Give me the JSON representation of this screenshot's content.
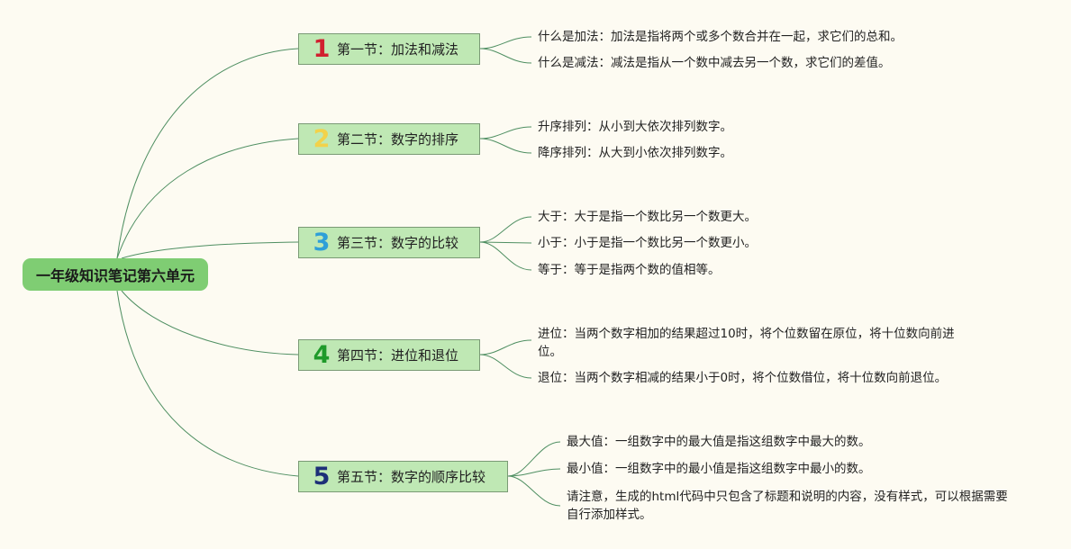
{
  "colors": {
    "background": "#fdfbf2",
    "root_fill": "#7fcd73",
    "section_fill": "#bfe8b4",
    "connector": "#4f8f62"
  },
  "root": {
    "label": "一年级知识笔记第六单元"
  },
  "sections": [
    {
      "number": "1",
      "number_color": "#d1202f",
      "label": "第一节：加法和减法",
      "notes": [
        "什么是加法：加法是指将两个或多个数合并在一起，求它们的总和。",
        "什么是减法：减法是指从一个数中减去另一个数，求它们的差值。"
      ]
    },
    {
      "number": "2",
      "number_color": "#f2d24a",
      "label": "第二节：数字的排序",
      "notes": [
        "升序排列：从小到大依次排列数字。",
        "降序排列：从大到小依次排列数字。"
      ]
    },
    {
      "number": "3",
      "number_color": "#2e9fd8",
      "label": "第三节：数字的比较",
      "notes": [
        "大于：大于是指一个数比另一个数更大。",
        "小于：小于是指一个数比另一个数更小。",
        "等于：等于是指两个数的值相等。"
      ]
    },
    {
      "number": "4",
      "number_color": "#1f9a2a",
      "label": "第四节：进位和退位",
      "notes": [
        "进位：当两个数字相加的结果超过10时，将个位数留在原位，将十位数向前进位。",
        "退位：当两个数字相减的结果小于0时，将个位数借位，将十位数向前退位。"
      ]
    },
    {
      "number": "5",
      "number_color": "#1d2f78",
      "label": "第五节：数字的顺序比较",
      "notes": [
        "最大值：一组数字中的最大值是指这组数字中最大的数。",
        "最小值：一组数字中的最小值是指这组数字中最小的数。",
        "请注意，生成的html代码中只包含了标题和说明的内容，没有样式，可以根据需要自行添加样式。"
      ]
    }
  ]
}
